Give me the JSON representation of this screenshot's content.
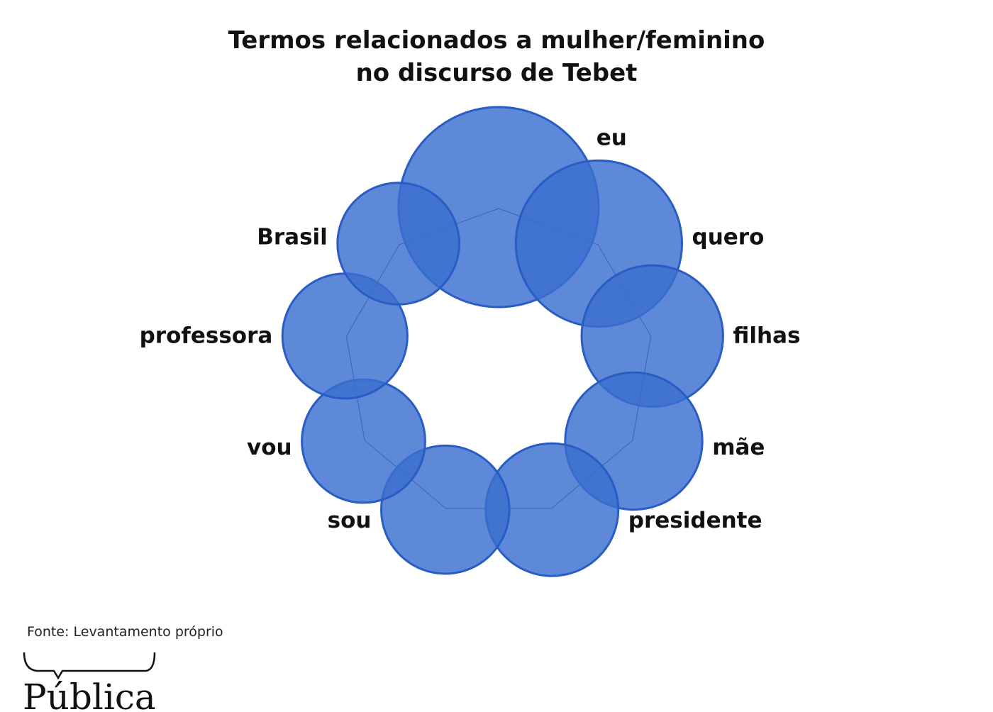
{
  "chart_data": {
    "type": "bubble-radar",
    "title_lines": [
      "Termos relacionados a mulher/feminino",
      "no discurso de Tebet"
    ],
    "terms": [
      {
        "name": "eu",
        "value": 100
      },
      {
        "name": "quero",
        "value": 69
      },
      {
        "name": "filhas",
        "value": 50
      },
      {
        "name": "mãe",
        "value": 47
      },
      {
        "name": "presidente",
        "value": 44
      },
      {
        "name": "sou",
        "value": 41
      },
      {
        "name": "vou",
        "value": 38
      },
      {
        "name": "professora",
        "value": 39
      },
      {
        "name": "Brasil",
        "value": 37
      }
    ],
    "bubble_color": "#3a6fd0",
    "bubble_stroke": "#2a5cc6",
    "outline_color": "#333333"
  },
  "source": "Fonte: Levantamento próprio",
  "logo": "Pública"
}
